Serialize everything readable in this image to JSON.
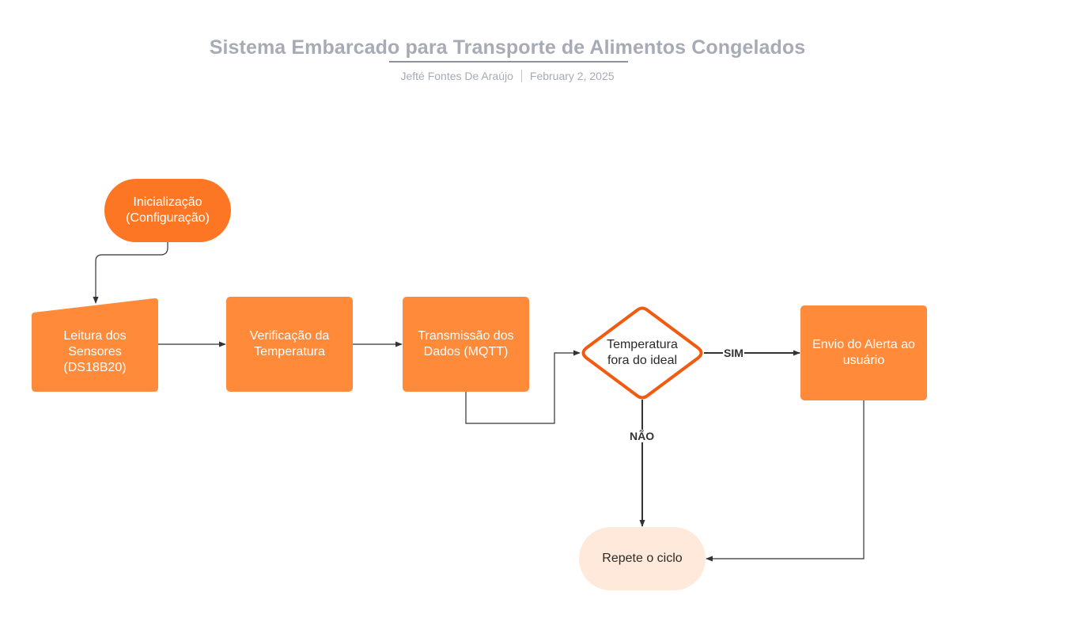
{
  "header": {
    "title": "Sistema Embarcado para Transporte de Alimentos Congelados",
    "author": "Jefté Fontes De Araújo",
    "date": "February 2, 2025"
  },
  "colors": {
    "start_terminal": "#fd7623",
    "process": "#fe8a3a",
    "decision_border": "#f15a0f",
    "end_terminal": "#ffe9da",
    "connector": "#333333",
    "title_text": "#a6abb6"
  },
  "nodes": {
    "start": {
      "label": "Inicialização\n(Configuração)",
      "shape": "terminal"
    },
    "read_sensors": {
      "label": "Leitura dos\nSensores\n(DS18B20)",
      "shape": "manual-input"
    },
    "verify_temp": {
      "label": "Verificação da\nTemperatura",
      "shape": "process"
    },
    "transmit": {
      "label": "Transmissão dos\nDados (MQTT)",
      "shape": "process"
    },
    "decision": {
      "label": "Temperatura\nfora do ideal",
      "shape": "decision"
    },
    "alert": {
      "label": "Envio do Alerta ao\nusuário",
      "shape": "process"
    },
    "repeat": {
      "label": "Repete o ciclo",
      "shape": "terminal"
    }
  },
  "edges": [
    {
      "from": "start",
      "to": "read_sensors",
      "label": ""
    },
    {
      "from": "read_sensors",
      "to": "verify_temp",
      "label": ""
    },
    {
      "from": "verify_temp",
      "to": "transmit",
      "label": ""
    },
    {
      "from": "transmit",
      "to": "decision",
      "label": ""
    },
    {
      "from": "decision",
      "to": "alert",
      "label": "SIM"
    },
    {
      "from": "decision",
      "to": "repeat",
      "label": "NÃO"
    },
    {
      "from": "alert",
      "to": "repeat",
      "label": ""
    }
  ]
}
